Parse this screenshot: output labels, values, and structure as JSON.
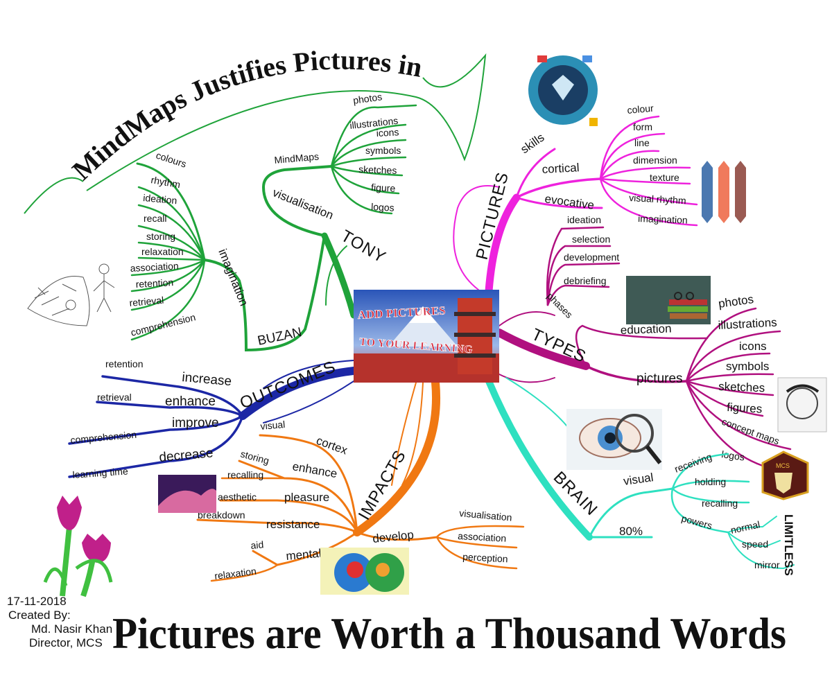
{
  "title": "MindMaps Justifies Pictures in Learning",
  "footer_title": "Pictures are Worth a Thousand Words",
  "center": {
    "line1": "ADD PICTURES",
    "line2": "TO YOUR LEARNING"
  },
  "colors": {
    "green": "#1fa33a",
    "magenta": "#ee22dd",
    "purple": "#b0107f",
    "blue": "#1c27a5",
    "orange": "#f07812",
    "teal": "#2ee0c0"
  },
  "tony": {
    "main": "TONY",
    "buzan": "BUZAN",
    "imagination": "imagination",
    "imagination_items": [
      "colours",
      "rhythm",
      "ideation",
      "recall",
      "storing",
      "relaxation",
      "association",
      "retention",
      "retrieval",
      "comprehension"
    ],
    "visualisation": "visualisation",
    "mindmaps": "MindMaps",
    "mindmaps_items": [
      "photos",
      "illustrations",
      "icons",
      "symbols",
      "sketches",
      "figure",
      "logos"
    ]
  },
  "pictures": {
    "main": "PICTURES",
    "skills": "skills",
    "cortical": "cortical",
    "evocative": "evocative",
    "cortical_items": [
      "colour",
      "form",
      "line",
      "dimension",
      "texture",
      "visual rhythm",
      "imagination"
    ]
  },
  "types": {
    "main": "TYPES",
    "phases": "phases",
    "phases_items": [
      "ideation",
      "selection",
      "development",
      "debriefing"
    ],
    "education": "education",
    "pictures": "pictures",
    "pictures_items": [
      "photos",
      "illustrations",
      "icons",
      "symbols",
      "sketches",
      "figures",
      "concept maps",
      "logos"
    ]
  },
  "brain": {
    "main": "BRAIN",
    "visual": "visual",
    "percent": "80%",
    "visual_items": [
      "receiving",
      "holding",
      "recalling"
    ],
    "powers": "powers",
    "powers_items": [
      "normal",
      "speed",
      "mirror"
    ],
    "limitless": "LIMITLESS"
  },
  "outcomes": {
    "main": "OUTCOMES",
    "increase": "increase",
    "retention": "retention",
    "enhance": "enhance",
    "retrieval": "retrieval",
    "improve": "improve",
    "comprehension": "comprehension",
    "decrease": "decrease",
    "learning_time": "learning time"
  },
  "impacts": {
    "main": "IMPACTS",
    "cortex": "cortex",
    "visual": "visual",
    "enhance": "enhance",
    "storing": "storing",
    "recalling": "recalling",
    "pleasure": "pleasure",
    "aesthetic": "aesthetic",
    "resistance": "resistance",
    "breakdown": "breakdown",
    "mental": "mental",
    "aid": "aid",
    "relaxation": "relaxation",
    "develop": "develop",
    "develop_items": [
      "visualisation",
      "association",
      "perception"
    ]
  },
  "credits": {
    "date": "17-11-2018",
    "created_by": "Created By:",
    "name": "Md. Nasir Khan",
    "role": "Director, MCS"
  },
  "badge": "MCS"
}
